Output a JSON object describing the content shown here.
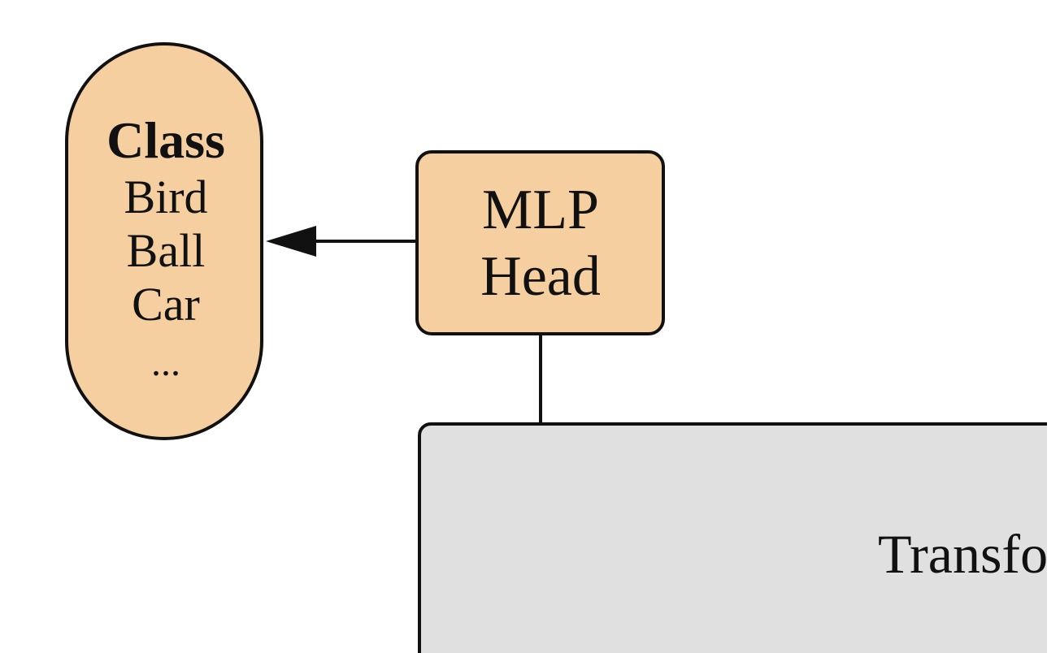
{
  "colors": {
    "background": "#ffffff",
    "class_node_fill": "#f6cfa1",
    "mlp_node_fill": "#f6cfa1",
    "transformer_fill": "#e0e0e0",
    "stroke": "#111111"
  },
  "class_node": {
    "title": "Class",
    "items": [
      "Bird",
      "Ball",
      "Car",
      "..."
    ]
  },
  "mlp_head": {
    "line1": "MLP",
    "line2": "Head"
  },
  "transformer": {
    "label": "Transfo"
  },
  "connectors": {
    "mlp_to_class": "arrow-left",
    "transformer_to_mlp": "line"
  }
}
